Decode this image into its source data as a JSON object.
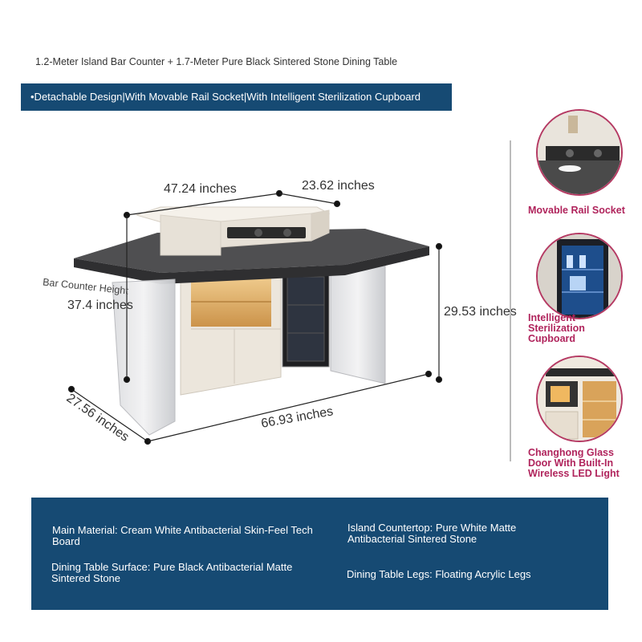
{
  "title": "1.2-Meter Island Bar Counter + 1.7-Meter Pure Black Sintered Stone Dining Table",
  "banner": "•Detachable Design|With Movable Rail Socket|With Intelligent Sterilization Cupboard",
  "dimensions": {
    "top_width": "47.24 inches",
    "top_depth": "23.62 inches",
    "bar_counter_label": "Bar Counter Height",
    "bar_counter_height": "37.4 inches",
    "table_height": "29.53 inches",
    "table_depth": "27.56 inches",
    "table_length": "66.93 inches"
  },
  "features": [
    {
      "label": "Movable Rail Socket"
    },
    {
      "label": "Intelligent Sterilization Cupboard"
    },
    {
      "label": "Changhong Glass Door With Built-In Wireless LED Light"
    }
  ],
  "specs": {
    "main_material": "Main Material: Cream White Antibacterial Skin-Feel Tech Board",
    "island_countertop": "Island Countertop: Pure White Matte Antibacterial Sintered Stone",
    "dining_surface": "Dining Table Surface: Pure Black Antibacterial Matte Sintered Stone",
    "dining_legs": "Dining Table Legs: Floating Acrylic Legs"
  },
  "colors": {
    "banner": "#164a73",
    "accent": "#b0245c",
    "tabletop": "#4a4a4a",
    "cabinet": "#ece6dc"
  }
}
